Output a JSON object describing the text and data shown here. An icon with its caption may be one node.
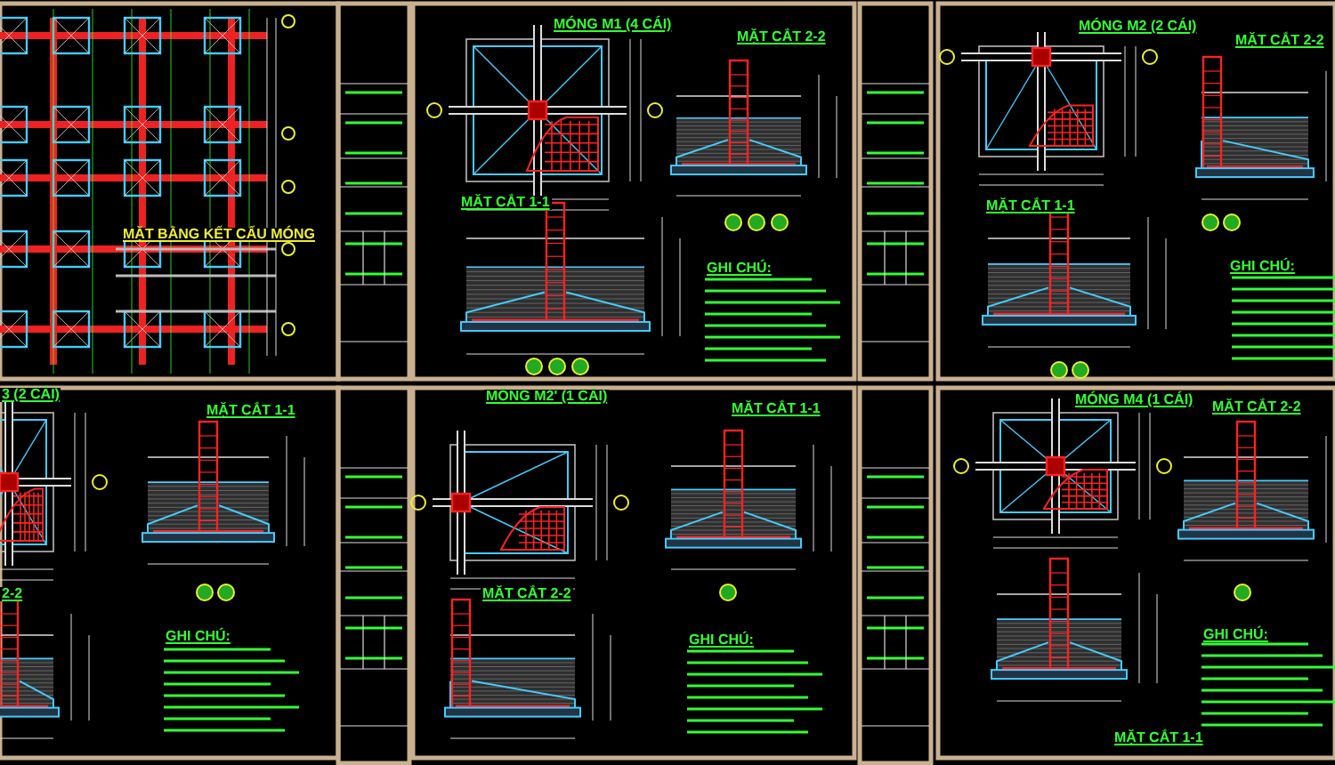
{
  "diagram": {
    "labels": [
      "MẶT BẰNG KẾT CẤU MÓNG",
      "MÓNG M1 (4 CÁI)",
      "MẶT CẮT 2-2",
      "MẶT CẮT 1-1",
      "GHI CHÚ:",
      "MÓNG M2 (2 CÁI)",
      "MẶT CẮT 2-2",
      "MẶT CẮT 1-1",
      "GHI CHÚ:",
      "3 (2 CÁI)",
      "MẶT CẮT 1-1",
      "2-2",
      "GHI CHÚ:",
      "MÓNG M2' (1 CÁI)",
      "MẶT CẮT 1-1",
      "MẶT CẮT 2-2",
      "GHI CHÚ:",
      "MÓNG M4 (1 CÁI)",
      "MẶT CẮT 2-2",
      "GHI CHÚ:",
      "MẶT CẮT 1-1"
    ]
  }
}
